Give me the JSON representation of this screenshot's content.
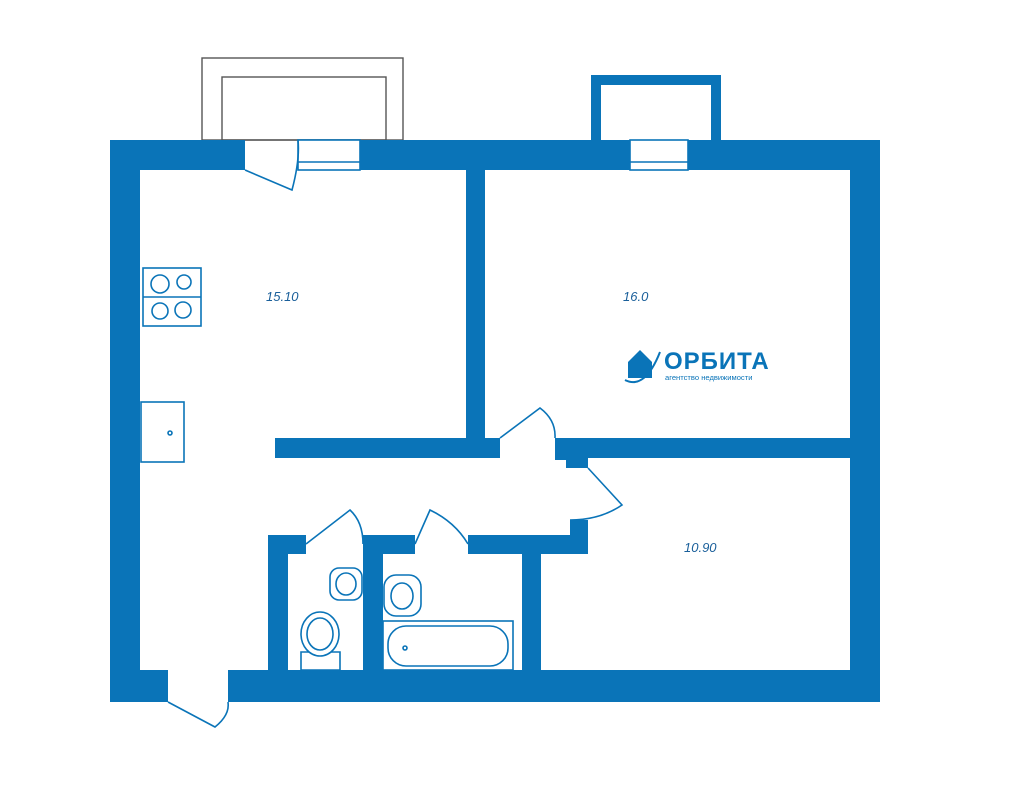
{
  "rooms": [
    {
      "id": "kitchen",
      "area": "15.10"
    },
    {
      "id": "room-1",
      "area": "16.0"
    },
    {
      "id": "room-2",
      "area": "10.90"
    }
  ],
  "logo": {
    "name": "ОРБИТА",
    "tagline": "агентство недвижимости"
  },
  "colors": {
    "wall": "#0a74b8",
    "label": "#1a5f9a"
  }
}
